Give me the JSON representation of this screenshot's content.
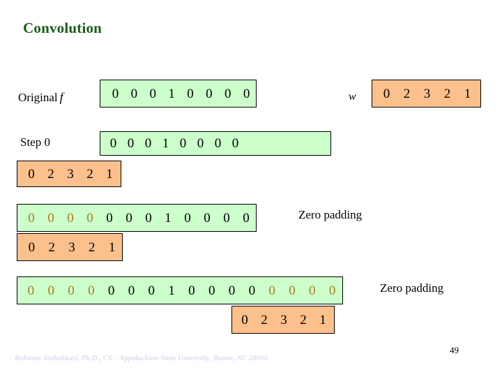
{
  "slide": {
    "title": "Convolution",
    "page_number": "49",
    "footer_credit": "Rahman Tashakkori, Ph.D., CS – Appalachian State University, Boone, NC 28608"
  },
  "colors": {
    "title": "#1a5c1a",
    "signal_strip": "#ccffcc",
    "kernel_strip": "#fbc08c",
    "padding_digit": "#b07a16",
    "digit": "#000000",
    "footer": "#dcdcec"
  },
  "rows": {
    "original": {
      "label": "Original",
      "label_italic": "f",
      "values": [
        "0",
        "0",
        "0",
        "1",
        "0",
        "0",
        "0",
        "0"
      ]
    },
    "kernel_w": {
      "label": "w",
      "values": [
        "0",
        "2",
        "3",
        "2",
        "1"
      ]
    },
    "step0": {
      "label": "Step 0",
      "values": [
        "0",
        "0",
        "0",
        "1",
        "0",
        "0",
        "0",
        "0"
      ],
      "kernel_values": [
        "0",
        "2",
        "3",
        "2",
        "1"
      ]
    },
    "padded1": {
      "note": "Zero padding",
      "values": [
        "0",
        "0",
        "0",
        "0",
        "0",
        "0",
        "0",
        "1",
        "0",
        "0",
        "0",
        "0"
      ],
      "padding_flags": [
        true,
        true,
        true,
        true,
        false,
        false,
        false,
        false,
        false,
        false,
        false,
        false
      ],
      "kernel_values": [
        "0",
        "2",
        "3",
        "2",
        "1"
      ]
    },
    "padded2": {
      "note": "Zero padding",
      "values": [
        "0",
        "0",
        "0",
        "0",
        "0",
        "0",
        "0",
        "1",
        "0",
        "0",
        "0",
        "0",
        "0",
        "0",
        "0",
        "0"
      ],
      "padding_flags": [
        true,
        true,
        true,
        true,
        false,
        false,
        false,
        false,
        false,
        false,
        false,
        false,
        true,
        true,
        true,
        true
      ],
      "kernel_values": [
        "0",
        "2",
        "3",
        "2",
        "1"
      ]
    }
  }
}
